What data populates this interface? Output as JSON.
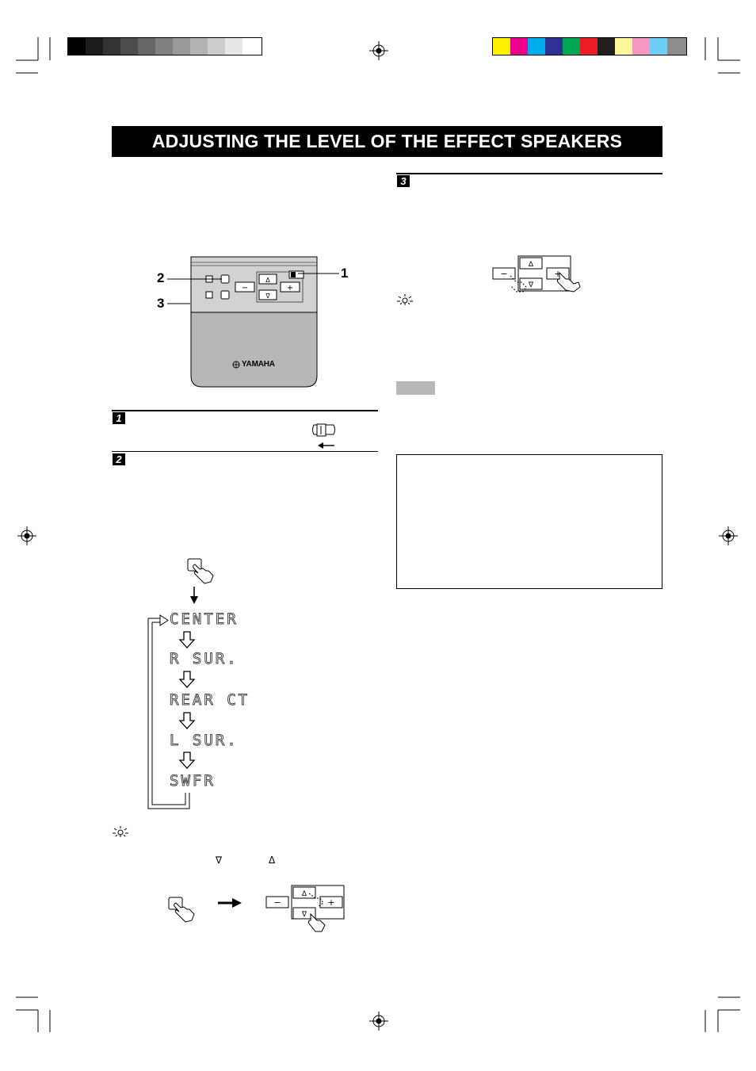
{
  "title": "ADJUSTING THE LEVEL OF THE EFFECT SPEAKERS",
  "steps": [
    "1",
    "2",
    "3"
  ],
  "callouts": [
    "1",
    "2",
    "3"
  ],
  "brand": "YAMAHA",
  "display_sequence": [
    "CENTER",
    "R SUR.",
    "REAR CT",
    "L SUR.",
    "SWFR"
  ],
  "colors": {
    "grayscale_bar": [
      "#000000",
      "#1c1c1c",
      "#333333",
      "#4d4d4d",
      "#666666",
      "#808080",
      "#999999",
      "#b3b3b3",
      "#cccccc",
      "#e6e6e6",
      "#ffffff"
    ],
    "color_bar": [
      "#fff200",
      "#ec008c",
      "#00aeef",
      "#2e3192",
      "#00a651",
      "#ed1c24",
      "#231f20",
      "#fff799",
      "#f49ac1",
      "#6dcff6",
      "#8c8c8c"
    ]
  },
  "icons": [
    "registration-mark-icon",
    "tip-icon",
    "pointing-hand-icon",
    "arrow-down-icon",
    "arrow-right-icon",
    "arrow-left-icon",
    "slide-switch-icon"
  ]
}
